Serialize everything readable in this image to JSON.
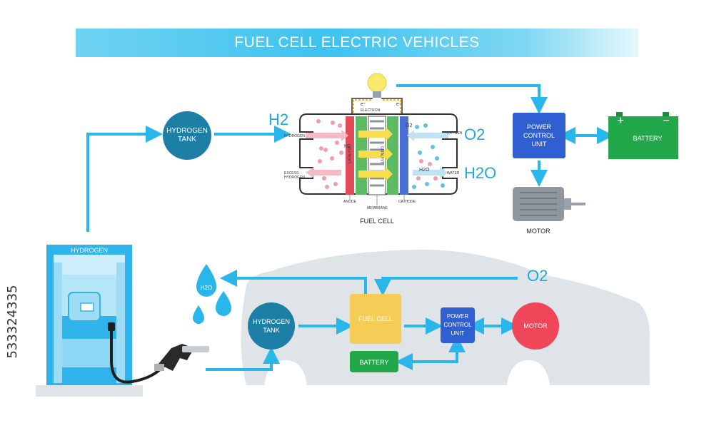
{
  "title": "FUEL CELL ELECTRIC VEHICLES",
  "image_id_text": "533324335",
  "top_diagram": {
    "hydrogen_tank": "HYDROGEN\nTANK",
    "h2_label": "H2",
    "o2_label": "O2",
    "h2o_label": "H2O",
    "power_control_unit": "POWER\nCONTROL\nUNIT",
    "battery": "BATTERY",
    "battery_plus": "+",
    "battery_minus": "−",
    "motor": "MOTOR",
    "fuel_cell_caption": "FUEL CELL",
    "fuel_cell_labels": {
      "electron": "ELECTRON",
      "e_left": "e⁻",
      "e_right": "e⁻",
      "hydrogen": "HYDROGEN",
      "excess_hydrogen": "EXCESS\nHYDROGEN",
      "oxygen": "OXYGEN",
      "water": "WATER",
      "anode": "ANODE",
      "membrane": "MEMBRANE",
      "cathode": "CATHODE",
      "catalyst_left": "CATALYST",
      "catalyst_right": "CATALYST",
      "inner_h2": "H2",
      "inner_o2": "O2",
      "inner_h2o": "H2O"
    }
  },
  "bottom_diagram": {
    "station_label": "HYDROGEN",
    "drop_label": "H2O",
    "hydrogen_tank": "HYDROGEN\nTANK",
    "fuel_cell": "FUEL CELL",
    "battery": "BATTERY",
    "power_control_unit": "POWER\nCONTROL\nUNIT",
    "motor": "MOTOR",
    "o2_label": "O2"
  },
  "colors": {
    "flow_blue": "#29b6ea",
    "tank_teal": "#1d7fa6",
    "pcu_blue": "#2f5fd0",
    "battery_green": "#22a84a",
    "motor_red": "#f0465a",
    "fuel_cell_yellow": "#f5cc55",
    "car_gray": "#dde3e8",
    "station_blue": "#2fb3ea"
  }
}
